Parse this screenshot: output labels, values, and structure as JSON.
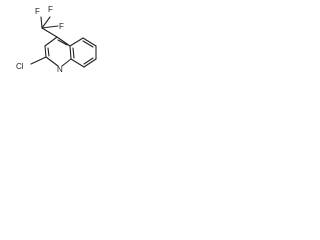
{
  "molecule": {
    "atoms": {
      "f_left": "F",
      "f_top": "F",
      "f_right": "F",
      "cl": "Cl",
      "n": "N"
    }
  },
  "colors": {
    "ink": "#222222",
    "background": "#ffffff"
  }
}
